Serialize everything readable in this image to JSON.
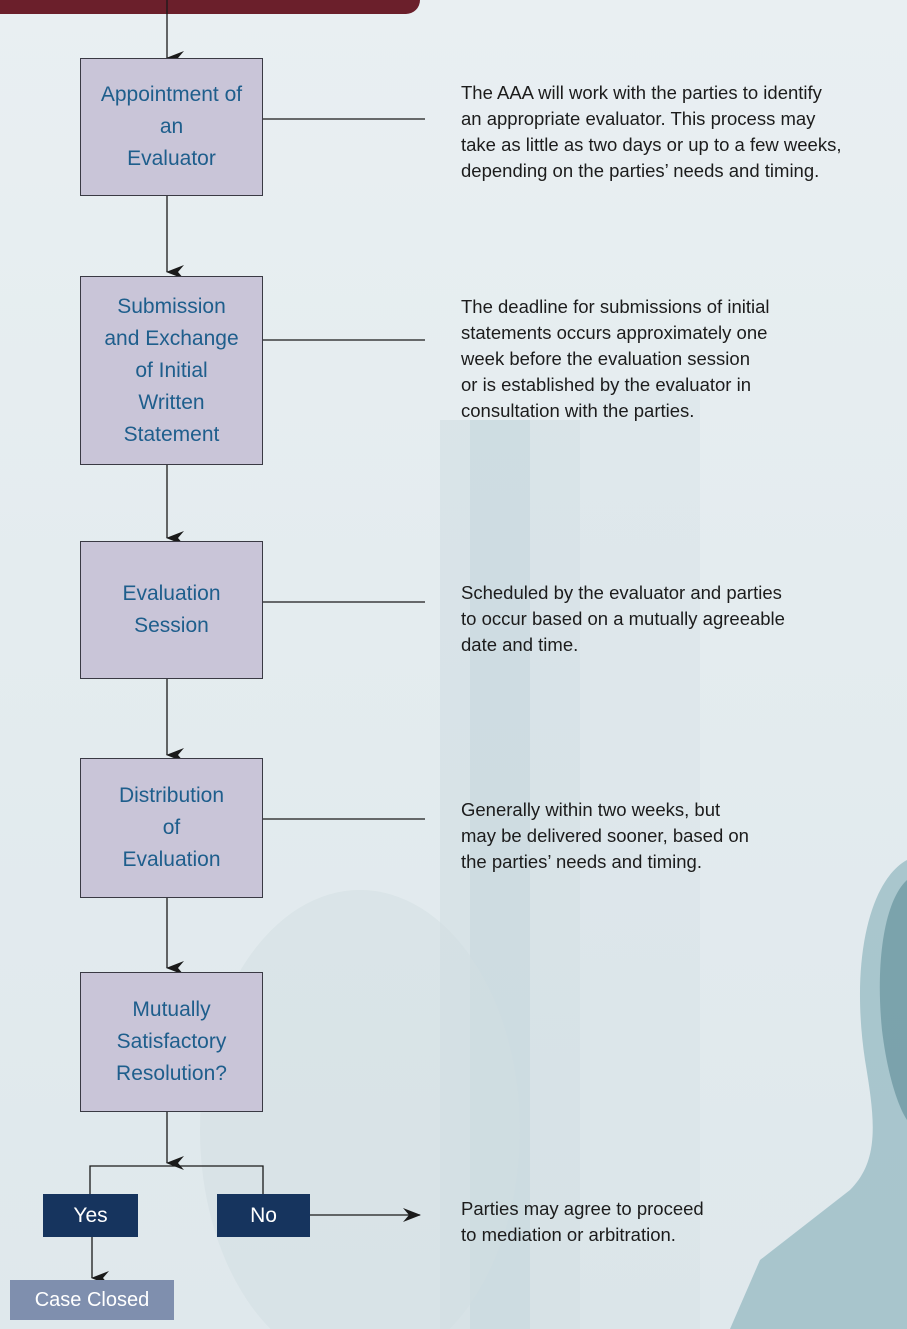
{
  "stages": [
    {
      "label": "Appointment of\nan\nEvaluator"
    },
    {
      "label": "Submission\nand Exchange\nof Initial\nWritten\nStatement"
    },
    {
      "label": "Evaluation\nSession"
    },
    {
      "label": "Distribution\nof\nEvaluation"
    },
    {
      "label": "Mutually\nSatisfactory\nResolution?"
    }
  ],
  "descriptions": [
    "The AAA will work with the parties to identify\nan appropriate evaluator. This process may\ntake as little as two days or up to a few weeks,\ndepending on the parties’ needs and timing.",
    "The deadline for submissions of initial\nstatements occurs approximately one\nweek before the evaluation session\nor is established by the evaluator in\nconsultation with the parties.",
    "Scheduled by the evaluator and parties\nto occur based on a mutually agreeable\ndate and time.",
    "Generally within two weeks, but\nmay be delivered sooner, based on\nthe parties’ needs and timing."
  ],
  "outcomes": {
    "yes": "Yes",
    "no": "No",
    "no_description": "Parties may agree to proceed\nto mediation or arbitration.",
    "closed": "Case Closed"
  },
  "colors": {
    "header": "#6b1f2b",
    "stage_fill": "#c9c5d8",
    "stage_text": "#1e5e8c",
    "outcome_fill": "#16345e",
    "closed_fill": "#7f8fae"
  }
}
